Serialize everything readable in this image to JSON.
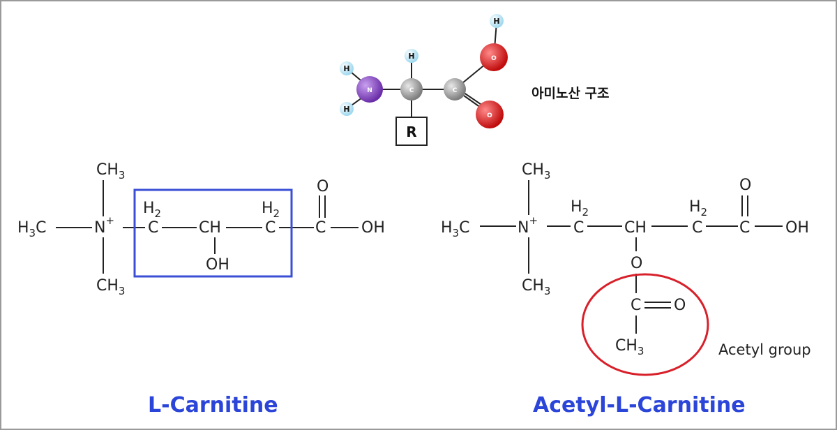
{
  "amino_acid": {
    "title": "아미노산 구조",
    "atoms": {
      "nitrogen": "N",
      "carbon": "C",
      "oxygen": "O",
      "hydrogen": "H",
      "r_group": "R"
    }
  },
  "l_carnitine": {
    "name": "L-Carnitine",
    "ch3": "CH",
    "ch3_sub": "3",
    "h3c": "H",
    "h3c_sub": "3",
    "h3c_c": "C",
    "n": "N",
    "charge": "+",
    "h2": "H",
    "h2_sub": "2",
    "c": "C",
    "ch": "CH",
    "oh": "OH",
    "o": "O",
    "cooh_oh": "OH"
  },
  "acetyl_l_carnitine": {
    "name": "Acetyl-L-Carnitine",
    "ch3": "CH",
    "ch3_sub": "3",
    "h3c": "H",
    "h3c_sub": "3",
    "h3c_c": "C",
    "n": "N",
    "charge": "+",
    "h2": "H",
    "h2_sub": "2",
    "c": "C",
    "ch": "CH",
    "o": "O",
    "co": "C",
    "eq": "O",
    "cooh_oh": "OH",
    "acetyl_label": "Acetyl group"
  },
  "colors": {
    "highlight_box": "#3a4fd6",
    "acetyl_circle": "#d8202a",
    "name_text": "#2b45d9",
    "nitrogen": "#7a3fb8",
    "oxygen": "#d41a1a",
    "carbon": "#9a9a9a",
    "hydrogen": "#bfe6f5"
  }
}
